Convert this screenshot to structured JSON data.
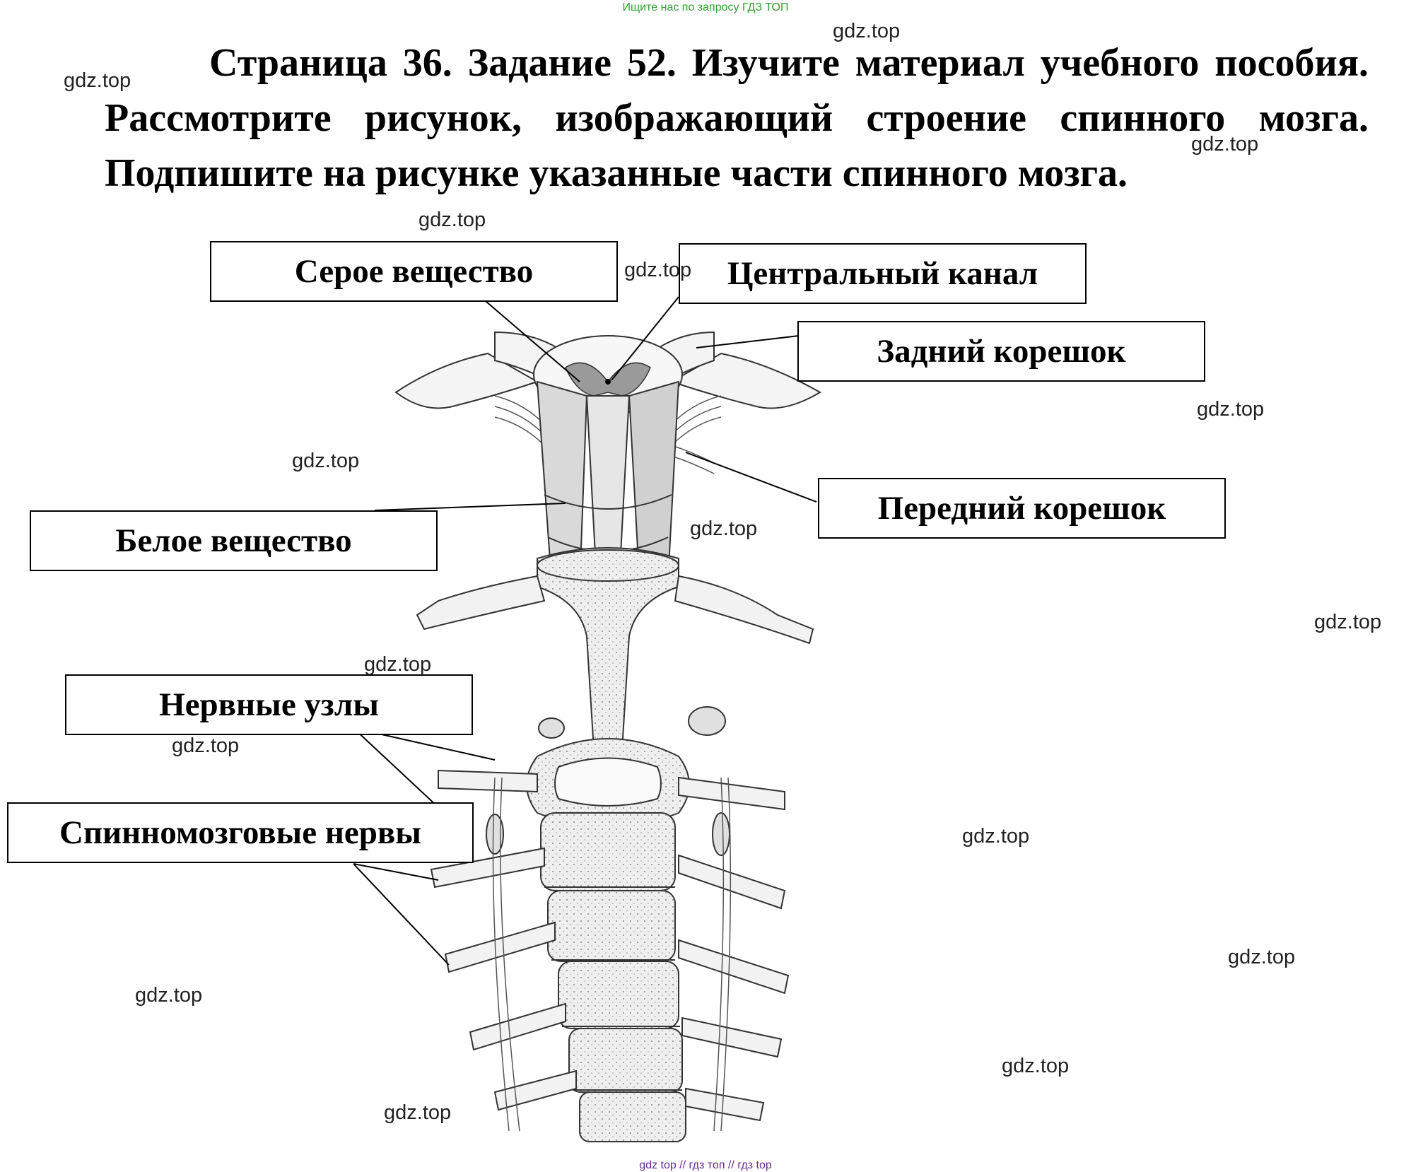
{
  "banners": {
    "top": "Ищите нас по запросу ГДЗ ТОП",
    "bottom": "gdz top  //  гдз топ  //  гдз top"
  },
  "task": {
    "text": "Страница 36. Задание 52. Изучите материал учебного пособия. Рассмотрите рисунок, изображающий строение спинного мозга. Подпишите на рисунке указанные части спинного мозга."
  },
  "labels": {
    "gray_matter": "Серое вещество",
    "central_canal": "Центральный канал",
    "posterior_root": "Задний корешок",
    "anterior_root": "Передний корешок",
    "white_matter": "Белое вещество",
    "nerve_ganglia": "Нервные узлы",
    "spinal_nerves": "Спинномозговые нервы"
  },
  "watermark": "gdz.top"
}
